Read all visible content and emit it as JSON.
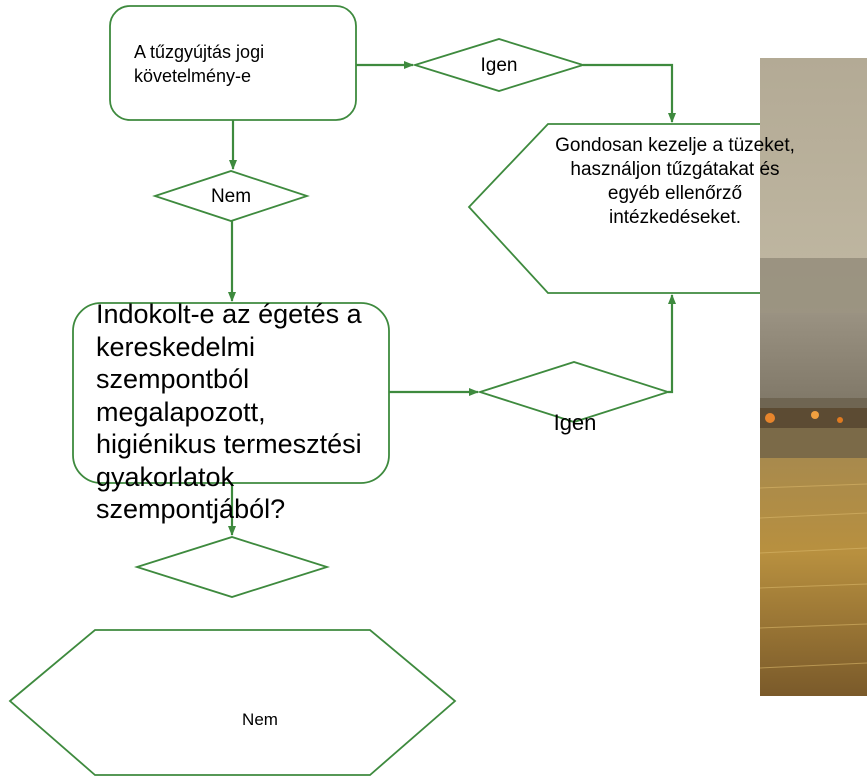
{
  "diagram": {
    "nodes": {
      "q1": {
        "label": "A tűzgyújtás jogi követelmény-e"
      },
      "yes1": {
        "label": "Igen"
      },
      "no1": {
        "label": "Nem"
      },
      "action1": {
        "label": "Gondosan kezelje a tüzeket, használjon tűzgátakat és egyéb ellenőrző intézkedéseket."
      },
      "q2": {
        "label": "Indokolt-e az égetés a kereskedelmi szempontból megalapozott, higiénikus termesztési gyakorlatok szempontjából?"
      },
      "yes2": {
        "label": "Igen"
      },
      "no2": {
        "label": "Nem"
      }
    },
    "edges": [
      {
        "from": "q1",
        "to": "yes1"
      },
      {
        "from": "yes1",
        "to": "action1"
      },
      {
        "from": "q1",
        "to": "no1"
      },
      {
        "from": "no1",
        "to": "q2"
      },
      {
        "from": "q2",
        "to": "yes2"
      },
      {
        "from": "yes2",
        "to": "action1"
      },
      {
        "from": "q2",
        "to": "decision3"
      }
    ],
    "colors": {
      "line": "#3e8a3e",
      "border": "#3e8a3e",
      "fill": "#ffffff",
      "text": "#000000"
    }
  },
  "photo": {
    "subject": "burning field"
  }
}
